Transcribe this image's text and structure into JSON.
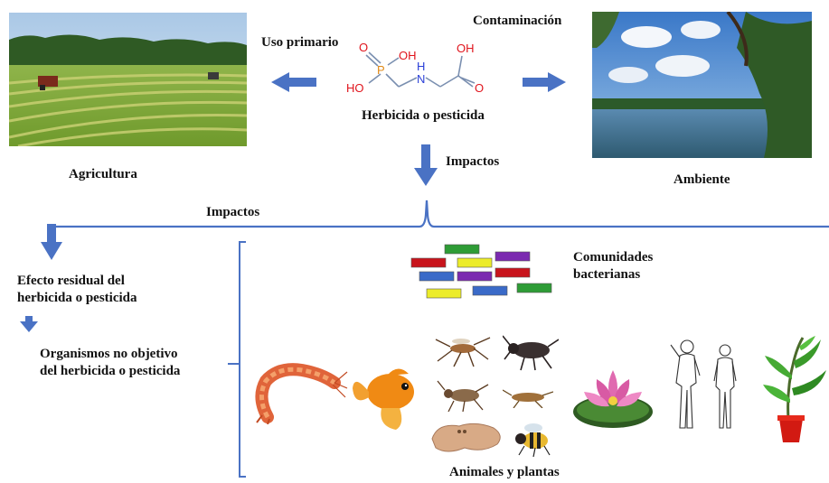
{
  "labels": {
    "uso_primario": "Uso primario",
    "contaminacion": "Contaminación",
    "herbicida": "Herbicida o pesticida",
    "agricultura": "Agricultura",
    "ambiente": "Ambiente",
    "impactos_center": "Impactos",
    "impactos_left": "Impactos",
    "efecto_residual_1": "Efecto residual del",
    "efecto_residual_2": "herbicida o pesticida",
    "organismos_1": "Organismos no objetivo",
    "organismos_2": "del herbicida o pesticida",
    "comunidades_1": "Comunidades",
    "comunidades_2": "bacterianas",
    "animales": "Animales y plantas"
  },
  "molecule": {
    "atoms": [
      "O",
      "P",
      "OH",
      "HO",
      "N",
      "H",
      "O",
      "OH"
    ]
  },
  "colors": {
    "arrow_blue": "#4a72c4",
    "line_blue": "#4a72c4",
    "phosphorus": "#e08a18",
    "oxygen": "#e0141c",
    "nitrogen": "#2a3fd8",
    "bond": "#7a8fb0"
  },
  "bacteria_colors": [
    "#2e9c36",
    "#c8141c",
    "#ecec2a",
    "#7b2ab0",
    "#3a6ac8",
    "#7b2ab0",
    "#c8141c",
    "#ecec2a",
    "#3a6ac8",
    "#2e9c36"
  ],
  "icons": [
    "agriculture-field-photo",
    "lake-environment-photo",
    "shrimp-icon",
    "goldfish-icon",
    "mosquito-icon",
    "beetle-icon",
    "bug-icon",
    "cricket-icon",
    "flatworm-icon",
    "bee-icon",
    "lotus-icon",
    "human-figures-icon",
    "potted-plant-icon"
  ]
}
